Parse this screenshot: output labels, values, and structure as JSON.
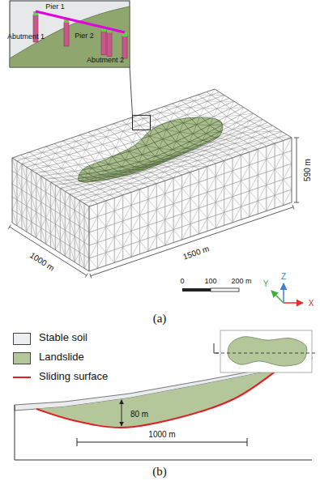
{
  "diagram": {
    "labels": [
      "Pier 1",
      "Pier 2",
      "Abutment 1",
      "Abutment 2",
      "1000 m",
      "1500 m",
      "590 m",
      "0",
      "100",
      "200 m",
      "Y",
      "Z",
      "X",
      "(a)",
      "80 m",
      "1000 m",
      "(b)"
    ],
    "legend": [
      {
        "text": "Stable soil",
        "color": "#eceff1"
      },
      {
        "text": "Landslide",
        "color": "#b3c79a"
      },
      {
        "text": "Sliding surface"
      }
    ]
  }
}
